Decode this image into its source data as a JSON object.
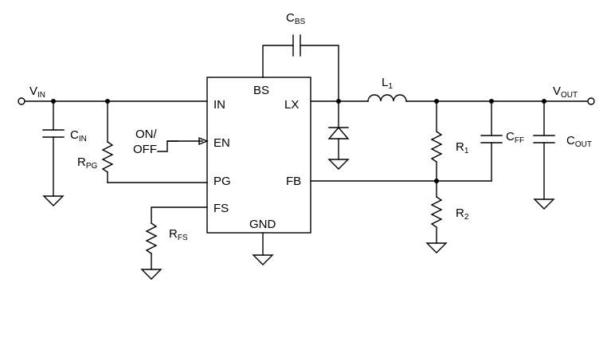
{
  "ic": {
    "pins": {
      "bs": "BS",
      "in": "IN",
      "lx": "LX",
      "en": "EN",
      "pg": "PG",
      "fb": "FB",
      "fs": "FS",
      "gnd": "GND"
    }
  },
  "labels": {
    "vin": {
      "main": "V",
      "sub": "IN"
    },
    "vout": {
      "main": "V",
      "sub": "OUT"
    },
    "cin": {
      "main": "C",
      "sub": "IN"
    },
    "rpg": {
      "main": "R",
      "sub": "PG"
    },
    "rfs": {
      "main": "R",
      "sub": "FS"
    },
    "cbs": {
      "main": "C",
      "sub": "BS"
    },
    "l1": {
      "main": "L",
      "sub": "1"
    },
    "r1": {
      "main": "R",
      "sub": "1"
    },
    "r2": {
      "main": "R",
      "sub": "2"
    },
    "cff": {
      "main": "C",
      "sub": "FF"
    },
    "cout": {
      "main": "C",
      "sub": "OUT"
    },
    "onoff": {
      "line1": "ON/",
      "line2": "OFF"
    }
  }
}
